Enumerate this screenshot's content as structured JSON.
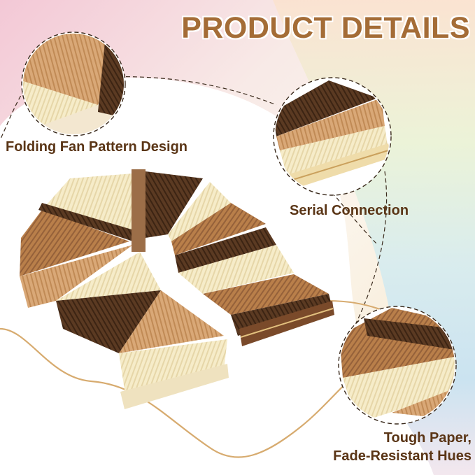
{
  "title": "PRODUCT DETAILS",
  "features": [
    {
      "label": "Folding Fan Pattern Design"
    },
    {
      "label": "Serial Connection"
    },
    {
      "label": "Tough Paper, Fade-Resistant Hues",
      "line1": "Tough Paper,",
      "line2": "Fade-Resistant Hues"
    }
  ],
  "colors": {
    "title": "#a46c36",
    "label": "#5a3516",
    "paper_cream": "#f6ecc9",
    "paper_tan": "#d9a877",
    "paper_caramel": "#b97f4a",
    "paper_dark": "#5b3a22",
    "ribbon": "#d7ab6f"
  }
}
